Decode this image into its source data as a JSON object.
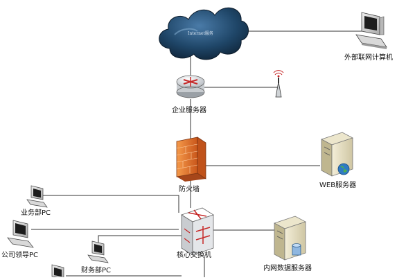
{
  "diagram": {
    "cloud_label": "Internet服务",
    "nodes": {
      "external_pc": "外部联网计算机",
      "enterprise_server": "企业服务器",
      "firewall": "防火墙",
      "web_server": "WEB服务器",
      "business_pc": "业务部PC",
      "leader_pc": "公司领导PC",
      "core_switch": "核心交换机",
      "finance_pc": "财务部PC",
      "intranet_db": "内网数据服务器"
    }
  }
}
